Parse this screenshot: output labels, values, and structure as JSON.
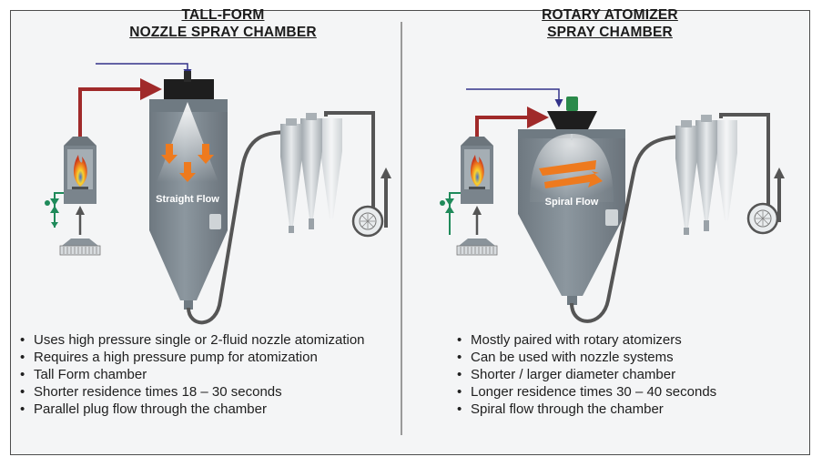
{
  "left_panel": {
    "title_line1": "TALL-FORM",
    "title_line2": "NOZZLE SPRAY CHAMBER",
    "flow_label": "Straight Flow",
    "bullets": [
      "Uses high pressure single or 2-fluid nozzle atomization",
      "Requires a high pressure pump for atomization",
      "Tall Form chamber",
      "Shorter residence times 18 – 30 seconds",
      "Parallel plug flow through the chamber"
    ]
  },
  "right_panel": {
    "title_line1": "ROTARY ATOMIZER",
    "title_line2": "SPRAY CHAMBER",
    "flow_label": "Spiral Flow",
    "bullets": [
      "Mostly paired with rotary atomizers",
      "Can be used with nozzle systems",
      "Shorter / larger diameter chamber",
      "Longer residence times 30 – 40 seconds",
      "Spiral flow through the chamber"
    ]
  },
  "colors": {
    "chamber": "#7f8a93",
    "hot_air_line": "#a02a2a",
    "feed_line": "#33338a",
    "flow_arrow": "#ee7a1e",
    "duct": "#555555",
    "steam_valve": "#1f8a5a"
  },
  "icons": [
    "heater-flame-icon",
    "fan-blower-icon",
    "cyclone-icon",
    "valve-icon",
    "air-filter-icon"
  ]
}
